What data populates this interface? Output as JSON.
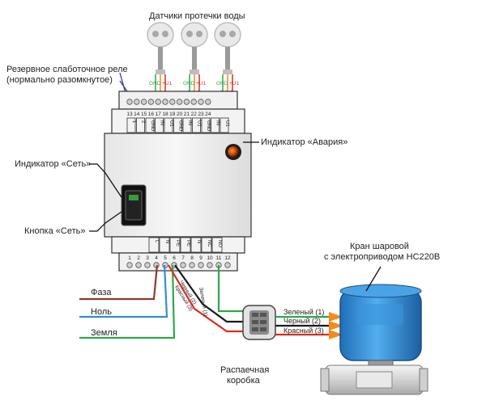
{
  "labels": {
    "sensors": "Датчики протечки воды",
    "relay_line1": "Резервное слаботочное реле",
    "relay_line2": "(нормально разомкнутое)",
    "power_indicator": "Индикатор «Сеть»",
    "power_button": "Кнопка «Сеть»",
    "alarm_indicator": "Индикатор «Авария»",
    "valve_line1": "Кран шаровой",
    "valve_line2": "с электроприводом НС220В",
    "phase": "Фаза",
    "neutral": "Ноль",
    "ground": "Земля",
    "junction_line1": "Распаечная",
    "junction_line2": "коробка"
  },
  "sensor_pins": [
    {
      "gnd": "GND",
      "u1": "+U1"
    },
    {
      "gnd": "GND",
      "u1": "+U1"
    },
    {
      "gnd": "GND",
      "u1": "+U1"
    }
  ],
  "top_terminals": [
    "13",
    "14",
    "15",
    "16",
    "17",
    "18",
    "19",
    "20",
    "21",
    "22",
    "23",
    "24"
  ],
  "top_port_labels": [
    "1",
    "2",
    "GND",
    "IN",
    "U1",
    "GND",
    "IN",
    "U1",
    "GND",
    "IN",
    "U1"
  ],
  "bottom_terminals": [
    "1",
    "2",
    "3",
    "4",
    "5",
    "6",
    "7",
    "8",
    "9",
    "10",
    "11",
    "12"
  ],
  "bottom_port_labels": [
    "L",
    "N",
    "PE",
    "PE",
    "N",
    "NC",
    "NO"
  ],
  "cable_labels": {
    "green": "Зеленый (1)",
    "black": "Черный (2)",
    "red": "Красный (3)"
  },
  "colors": {
    "phase": "#8b3a2a",
    "neutral": "#2f8fd6",
    "ground": "#2da84a",
    "black": "#1a1a1a",
    "red": "#e02a1f",
    "orange": "#f08c1e",
    "valve": "#2d8fd6"
  }
}
